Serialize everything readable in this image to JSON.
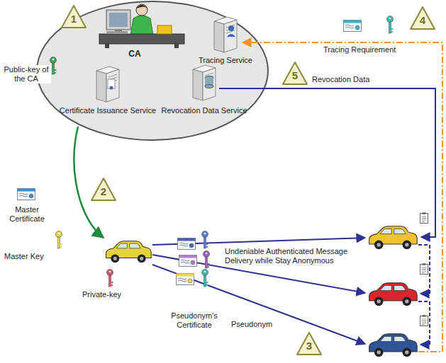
{
  "diagram": {
    "nodes": [
      {
        "text": [
          "CA"
        ]
      },
      {
        "text": [
          "Tracing Service"
        ],
        "in": 0
      },
      {
        "text": [
          "Certificate Issuance Service"
        ],
        "in": 0
      },
      {
        "text": [
          "Revocation Data Service"
        ],
        "in": 0
      }
    ],
    "labels": [
      "Public-key of the CA",
      "1",
      "Tracing Requirement",
      "4",
      "5",
      "Revocation Data",
      "2",
      "Master Certificate",
      "Master Key",
      "Private-key",
      "Undeniable Authenticated Message Delivery while Stay Anonymous",
      "3",
      "Pseudonym's Certificate",
      "Pseudonym"
    ]
  }
}
